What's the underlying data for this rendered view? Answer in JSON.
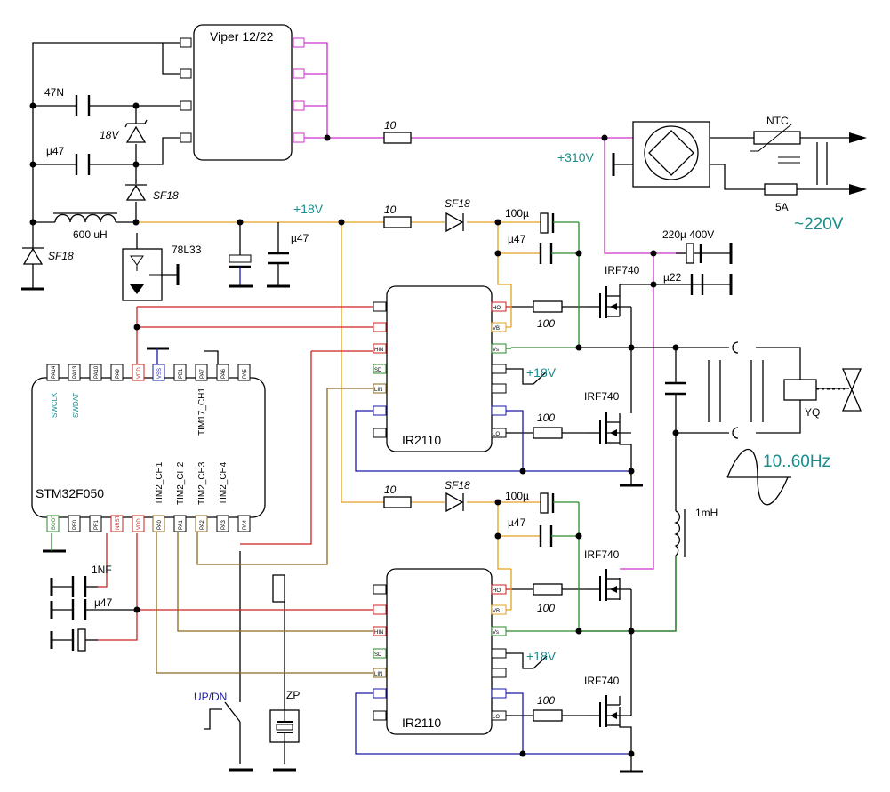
{
  "colors": {
    "black": "#000000",
    "magenta": "#cc33cc",
    "orange": "#e0a020",
    "red": "#cc2222",
    "green": "#2a8a2a",
    "blue": "#1a1aa8",
    "brown": "#8a6a20",
    "teal": "#1a8c8c"
  },
  "viper": {
    "name": "Viper 12/22"
  },
  "mcu": {
    "name": "STM32F050",
    "top_pins": [
      "PA14",
      "PA13",
      "PA10",
      "PA9",
      "VDD",
      "VSS",
      "PB1",
      "PA7",
      "PA6",
      "PA5"
    ],
    "bottom_pins": [
      "BOOT",
      "PF0",
      "PF1",
      "NRST",
      "VDD",
      "PA0",
      "PA1",
      "PA2",
      "PA3",
      "PA4"
    ],
    "swclk": "SWCLK",
    "swdat": "SWDAT",
    "tim17": "TIM17_CH1",
    "tim2_ch1": "TIM2_CH1",
    "tim2_ch2": "TIM2_CH2",
    "tim2_ch3": "TIM2_CH3",
    "tim2_ch4": "TIM2_CH4"
  },
  "driver": {
    "name": "IR2110",
    "right_pins": [
      "HO",
      "VB",
      "Vs",
      "LO"
    ],
    "left_pins": [
      "HIN",
      "SD",
      "LIN"
    ]
  },
  "labels": {
    "c47n": "47N",
    "c47u": "µ47",
    "z18v": "18V",
    "sf18": "SF18",
    "l600": "600 uH",
    "reg": "78L33",
    "plus18": "+18V",
    "r10": "10",
    "c100u": "100µ",
    "r100": "100",
    "irf": "IRF740",
    "v310": "+310V",
    "ntc": "NTC",
    "fuse": "5A",
    "c220": "220µ 400V",
    "c22": "µ22",
    "mains": "~220V",
    "freq": "10..60Hz",
    "yq": "YQ",
    "l1mh": "1mH",
    "c1nf": "1NF",
    "updn": "UP/DN",
    "zp": "ZP"
  }
}
